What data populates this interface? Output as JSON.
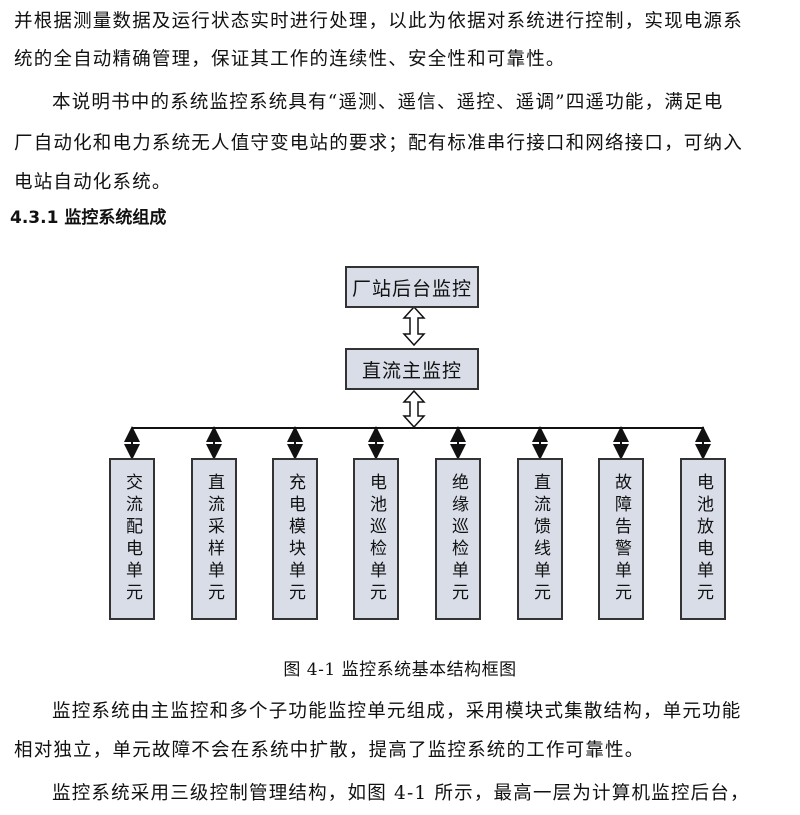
{
  "paragraphs": {
    "p1_line1": "并根据测量数据及运行状态实时进行处理，以此为依据对系统进行控制，实现电源系",
    "p1_line2": "统的全自动精确管理，保证其工作的连续性、安全性和可靠性。",
    "p2_line1": "本说明书中的系统监控系统具有“遥测、遥信、遥控、遥调”四遥功能，满足电",
    "p2_line2": "厂自动化和电力系统无人值守变电站的要求；配有标准串行接口和网络接口，可纳入",
    "p2_line3": "电站自动化系统。",
    "p3_line1": "监控系统由主监控和多个子功能监控单元组成，采用模块式集散结构，单元功能",
    "p3_line2": "相对独立，单元故障不会在系统中扩散，提高了监控系统的工作可靠性。",
    "p4_line1": "监控系统采用三级控制管理结构，如图 4-1 所示，最高一层为计算机监控后台，"
  },
  "section_title": "4.3.1 监控系统组成",
  "diagram": {
    "top_box": "厂站后台监控",
    "main_box": "直流主监控",
    "units": [
      "交流配电单元",
      "直流采样单元",
      "充电模块单元",
      "电池巡检单元",
      "绝缘巡检单元",
      "直流馈线单元",
      "故障告警单元",
      "电池放电单元"
    ],
    "box_fill": "#d8dde8"
  },
  "caption": "图 4-1 监控系统基本结构框图"
}
